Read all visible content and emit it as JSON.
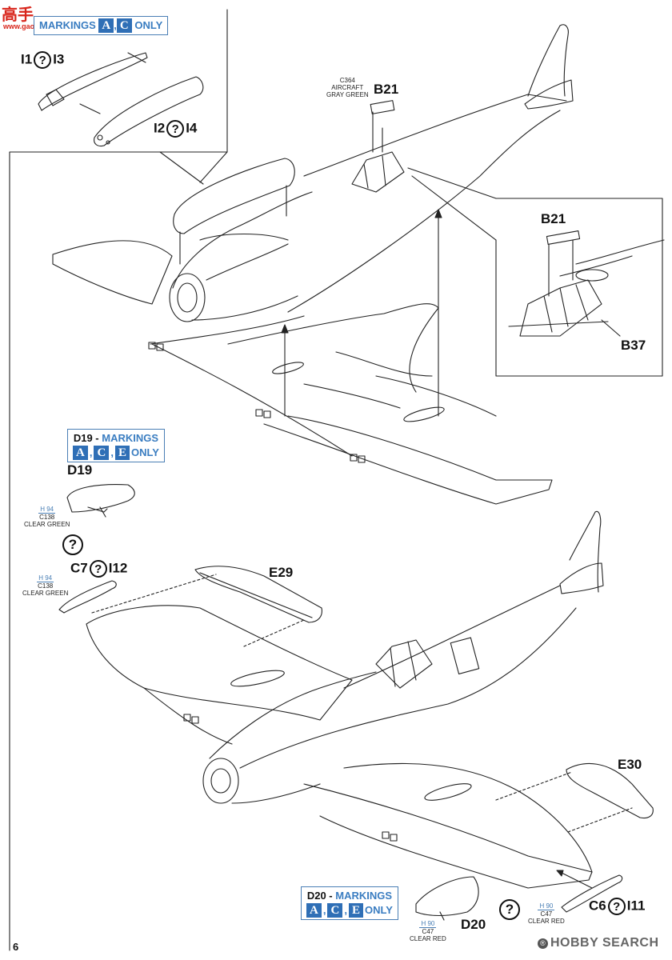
{
  "page_number": "6",
  "watermark_top": {
    "title": "高手",
    "url": "www.gaoshou.com"
  },
  "watermark_bottom": {
    "brand": "HOBBY SEARCH",
    "reg": "®"
  },
  "badge_top": {
    "text": "MARKINGS",
    "letters": [
      "A",
      "C"
    ],
    "suffix": "ONLY"
  },
  "badge_d19": {
    "prefix": "D19 - ",
    "text": "MARKINGS",
    "letters": [
      "A",
      "C",
      "E"
    ],
    "suffix": "ONLY"
  },
  "badge_d20": {
    "prefix": "D20 - ",
    "text": "MARKINGS",
    "letters": [
      "A",
      "C",
      "E"
    ],
    "suffix": "ONLY"
  },
  "question_mark": "?",
  "labels": {
    "i1": "I1",
    "i3": "I3",
    "i2": "I2",
    "i4": "I4",
    "b21": "B21",
    "b21_detail": "B21",
    "b37": "B37",
    "d19": "D19",
    "c7": "C7",
    "i12": "I12",
    "e29": "E29",
    "e30": "E30",
    "d20": "D20",
    "c6": "C6",
    "i11": "I11"
  },
  "paint": {
    "b21": {
      "code": "C364",
      "name_line1": "AIRCRAFT",
      "name_line2": "GRAY GREEN"
    },
    "d19": {
      "h": "H 94",
      "code": "C138",
      "name": "CLEAR GREEN"
    },
    "c7": {
      "h": "H 94",
      "code": "C138",
      "name": "CLEAR GREEN"
    },
    "d20": {
      "h": "H 90",
      "code": "C47",
      "name": "CLEAR RED"
    },
    "c6": {
      "h": "H 90",
      "code": "C47",
      "name": "CLEAR RED"
    }
  },
  "colors": {
    "accent_blue": "#2f6fb6",
    "text_blue": "#3a7dc1",
    "line": "#222222",
    "watermark_red": "#d8261c"
  }
}
